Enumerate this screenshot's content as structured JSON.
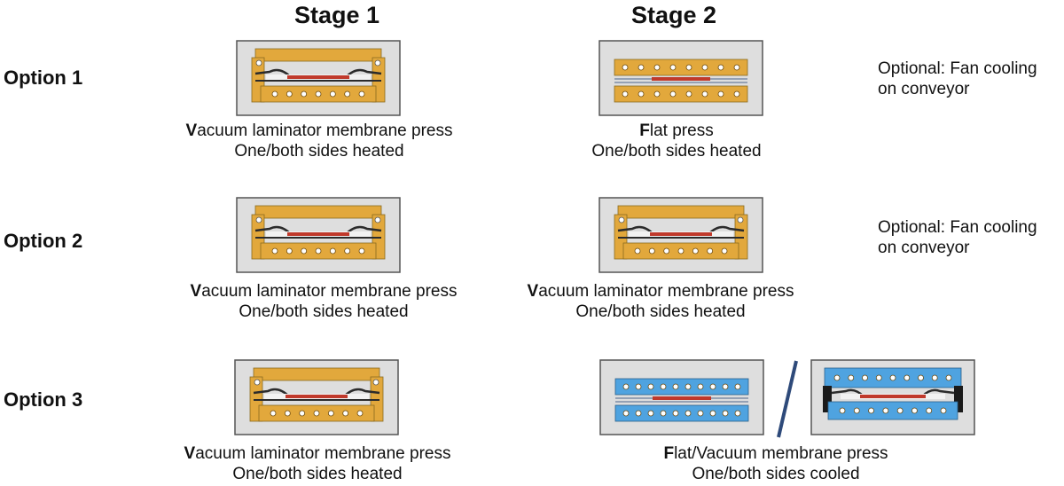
{
  "headers": {
    "stage1": "Stage 1",
    "stage2": "Stage 2"
  },
  "options": [
    {
      "label": "Option 1",
      "stage1": {
        "type": "vacuum",
        "caption_initial": "V",
        "caption_rest": "acuum laminator membrane press",
        "caption_line2": "One/both  sides heated"
      },
      "stage2": {
        "type": "flat",
        "caption_initial": "F",
        "caption_rest": "lat press",
        "caption_line2": "One/both  sides heated"
      },
      "note": {
        "line1": "Optional:  Fan cooling",
        "line2": "on conveyor"
      }
    },
    {
      "label": "Option 2",
      "stage1": {
        "type": "vacuum",
        "caption_initial": "V",
        "caption_rest": "acuum laminator membrane press",
        "caption_line2": "One/both  sides heated"
      },
      "stage2": {
        "type": "vacuum",
        "caption_initial": "V",
        "caption_rest": "acuum laminator membrane press",
        "caption_line2": "One/both  sides heated"
      },
      "note": {
        "line1": "Optional:  Fan cooling",
        "line2": "on conveyor"
      }
    },
    {
      "label": "Option 3",
      "stage1": {
        "type": "vacuum",
        "caption_initial": "V",
        "caption_rest": "acuum laminator membrane press",
        "caption_line2": "One/both  sides heated"
      },
      "stage2": {
        "type": "flat-or-vacuum-cooled",
        "caption_initial": "F",
        "caption_rest": "lat/Vacuum  membrane  press",
        "caption_line2": "One/both  sides cooled"
      }
    }
  ],
  "colors": {
    "heated_plate": "#e2a83c",
    "cooled_plate": "#4fa3e0",
    "panel_bg": "#dedede",
    "panel_border": "#555555",
    "laminate": "#c0392b",
    "membrane": "#2b2b2b",
    "divider": "#2e4a7a"
  }
}
